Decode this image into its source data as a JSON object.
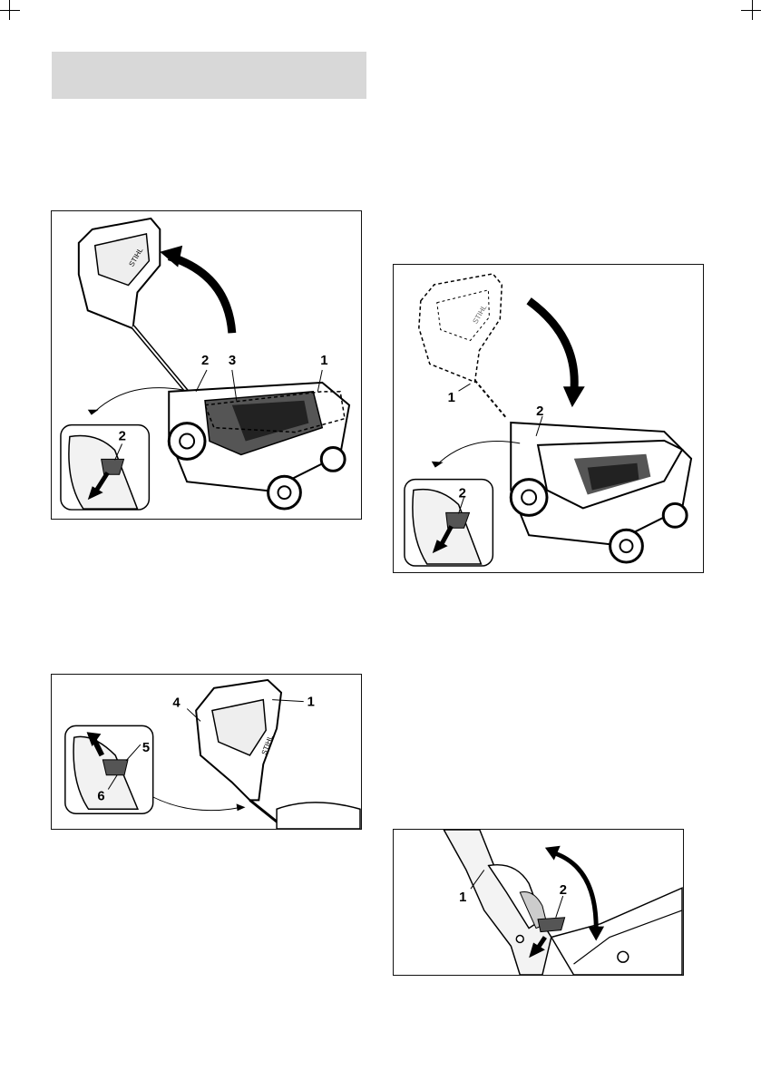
{
  "figures": {
    "fig1": {
      "callouts": {
        "c1": "1",
        "c2": "2",
        "c3": "3",
        "c_inset": "2"
      },
      "brand": "STIHL"
    },
    "fig2": {
      "callouts": {
        "c1": "1",
        "c4": "4",
        "c5": "5",
        "c6": "6"
      },
      "brand": "STIHL"
    },
    "fig3": {
      "callouts": {
        "c1": "1",
        "c2": "2",
        "c_inset": "2"
      },
      "brand": "STIHL"
    },
    "fig4": {
      "callouts": {
        "c1": "1",
        "c2": "2"
      }
    }
  }
}
